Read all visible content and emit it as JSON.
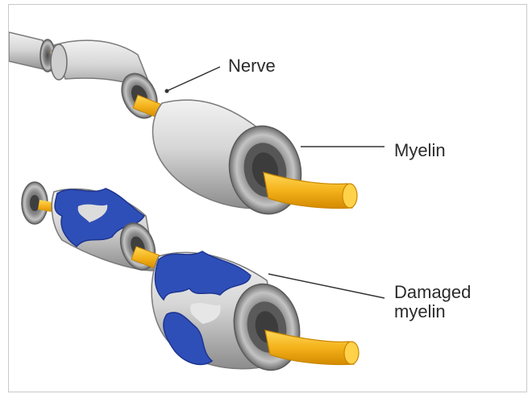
{
  "labels": {
    "nerve": "Nerve",
    "myelin": "Myelin",
    "damaged_line1": "Damaged",
    "damaged_line2": "myelin"
  },
  "colors": {
    "axon": "#f4b21b",
    "axon_highlight": "#ffd95a",
    "sheath_light": "#e3e3e3",
    "sheath_mid": "#b9b9b9",
    "sheath_dark": "#7b7b7b",
    "damage_blue": "#2f4fb8",
    "damage_blue_dark": "#1d3590",
    "pointer_line": "#333333",
    "frame_border": "#c9c9c9"
  }
}
